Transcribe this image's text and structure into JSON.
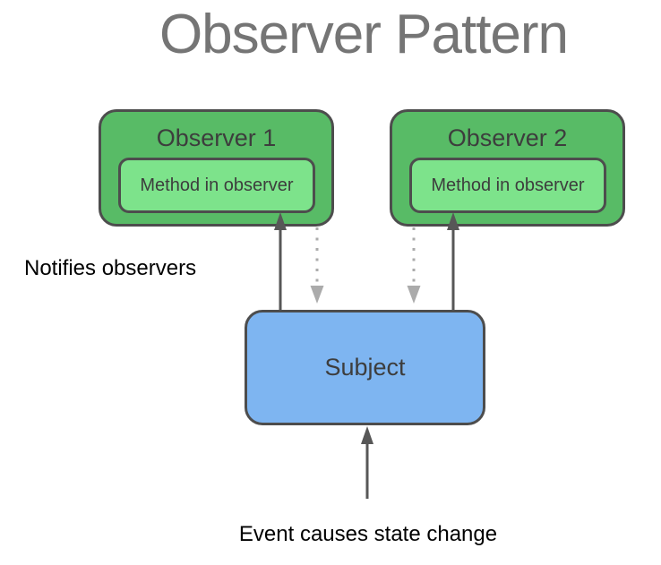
{
  "title": "Observer Pattern",
  "diagram": {
    "observer1": {
      "label": "Observer 1",
      "method_label": "Method in observer"
    },
    "observer2": {
      "label": "Observer 2",
      "method_label": "Method in observer"
    },
    "subject": {
      "label": "Subject"
    },
    "notifies_label": "Notifies observers",
    "event_label": "Event causes state change"
  },
  "colors": {
    "title_text": "#757575",
    "observer_fill": "#58BB66",
    "method_fill": "#7DE38B",
    "subject_fill": "#7EB5F1",
    "node_border": "#4D4D4D",
    "node_text": "#3D3D3D",
    "solid_arrow": "#575757",
    "dotted_arrow": "#ABABAB",
    "annotation_text": "#000000"
  }
}
